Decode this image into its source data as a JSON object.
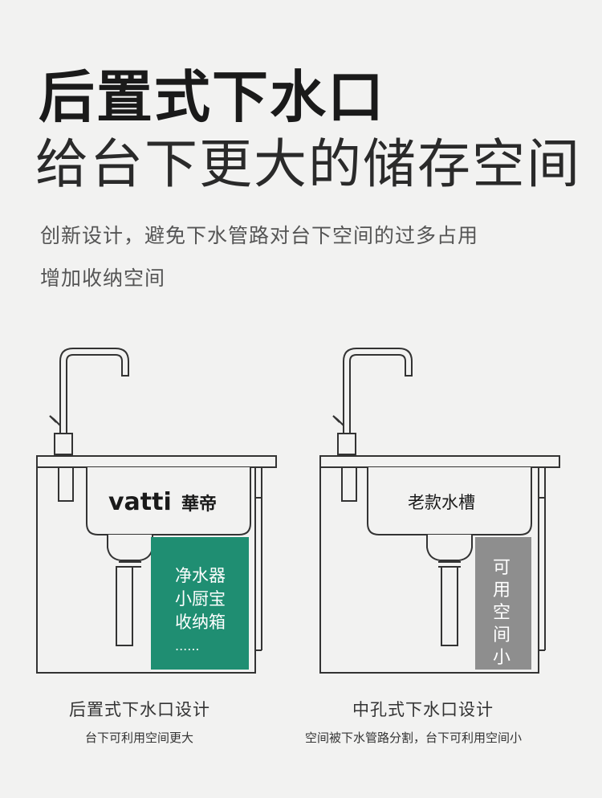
{
  "header": {
    "title": "后置式下水口",
    "subtitle": "给台下更大的储存空间",
    "desc_line1": "创新设计，避免下水管路对台下空间的过多占用",
    "desc_line2": "增加收纳空间"
  },
  "left_diagram": {
    "brand_latin": "vatti",
    "brand_cn": "華帝",
    "storage_lines": [
      "净水器",
      "小厨宝",
      "收纳箱",
      "......"
    ],
    "storage_color": "#1f8e72",
    "caption": "后置式下水口设计",
    "caption_sub": "台下可利用空间更大"
  },
  "right_diagram": {
    "sink_label": "老款水槽",
    "storage_vertical": [
      "可",
      "用",
      "空",
      "间",
      "小"
    ],
    "storage_color": "#8e8e8e",
    "caption": "中孔式下水口设计",
    "caption_sub": "空间被下水管路分割，台下可利用空间小"
  }
}
